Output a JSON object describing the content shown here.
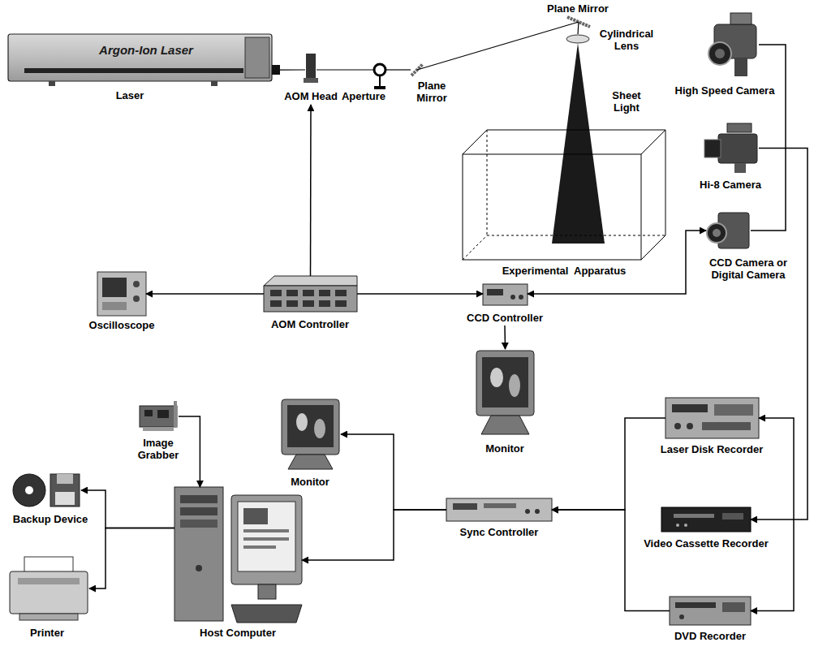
{
  "diagram": {
    "nodes": [
      {
        "text": [
          "Laser",
          "Argon-Ion Laser"
        ]
      },
      {
        "text": [
          "AOM Head"
        ]
      },
      {
        "text": [
          "Aperture"
        ]
      },
      {
        "text": [
          "Plane Mirror"
        ]
      },
      {
        "text": [
          "Plane Mirror"
        ]
      },
      {
        "text": [
          "Cylindrical Lens"
        ]
      },
      {
        "text": [
          "Sheet Light"
        ]
      },
      {
        "text": [
          "Experimental  Apparatus"
        ]
      },
      {
        "text": [
          "High Speed Camera"
        ]
      },
      {
        "text": [
          "Hi-8 Camera"
        ]
      },
      {
        "text": [
          "CCD Camera or Digital Camera"
        ]
      },
      {
        "text": [
          "Oscilloscope"
        ]
      },
      {
        "text": [
          "AOM Controller"
        ]
      },
      {
        "text": [
          "CCD Controller"
        ]
      },
      {
        "text": [
          "Monitor"
        ]
      },
      {
        "text": [
          "Laser Disk Recorder"
        ]
      },
      {
        "text": [
          "Image Grabber"
        ]
      },
      {
        "text": [
          "Monitor"
        ]
      },
      {
        "text": [
          "Sync Controller"
        ]
      },
      {
        "text": [
          "Video Cassette Recorder"
        ]
      },
      {
        "text": [
          "Backup Device"
        ]
      },
      {
        "text": [
          "Host Computer"
        ]
      },
      {
        "text": [
          "DVD Recorder"
        ]
      },
      {
        "text": [
          "Printer"
        ]
      }
    ],
    "edges": [
      {
        "from": 0,
        "to": 1,
        "arrow": "none"
      },
      {
        "from": 1,
        "to": 2,
        "arrow": "none"
      },
      {
        "from": 2,
        "to": 3,
        "arrow": "none"
      },
      {
        "from": 3,
        "to": 4,
        "arrow": "none"
      },
      {
        "from": 4,
        "to": 5,
        "arrow": "none"
      },
      {
        "from": 12,
        "to": 1,
        "arrow": "to"
      },
      {
        "from": 12,
        "to": 11,
        "arrow": "to"
      },
      {
        "from": 12,
        "to": 13,
        "arrow": "to"
      },
      {
        "from": 13,
        "to": 10,
        "arrow": "both"
      },
      {
        "from": 13,
        "to": 14,
        "arrow": "to"
      },
      {
        "from": 8,
        "to": 10,
        "arrow": "none"
      },
      {
        "from": 9,
        "to": 19,
        "arrow": "to"
      },
      {
        "from": 15,
        "to": 22,
        "arrow": "both"
      },
      {
        "from": 15,
        "to": 18,
        "arrow": "to"
      },
      {
        "from": 22,
        "to": 18,
        "arrow": "to"
      },
      {
        "from": 18,
        "to": 17,
        "arrow": "to"
      },
      {
        "from": 18,
        "to": 21,
        "arrow": "to"
      },
      {
        "from": 16,
        "to": 21,
        "arrow": "to"
      },
      {
        "from": 21,
        "to": 20,
        "arrow": "to"
      },
      {
        "from": 21,
        "to": 23,
        "arrow": "to"
      }
    ]
  }
}
